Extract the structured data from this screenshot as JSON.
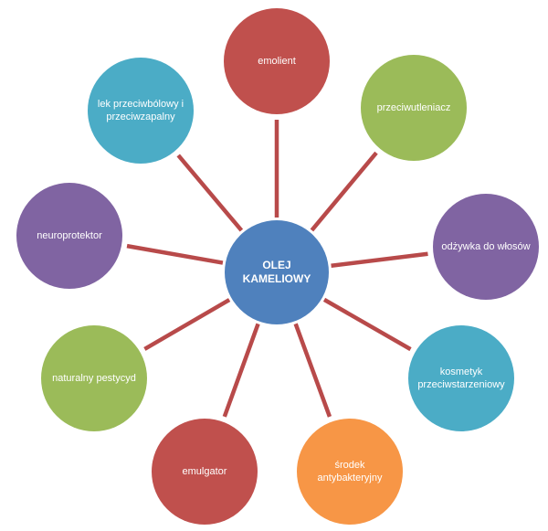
{
  "center": {
    "label": "OLEJ KAMELIOWY",
    "color": "#4f81bd"
  },
  "line_color": "#b84a4a",
  "nodes": [
    {
      "label": "emolient",
      "color": "#c0504d"
    },
    {
      "label": "przeciwutleniacz",
      "color": "#9bbb59"
    },
    {
      "label": "odżywka do włosów",
      "color": "#8064a2"
    },
    {
      "label": "kosmetyk przeciwstarzeniowy",
      "color": "#4bacc6"
    },
    {
      "label": "środek antybakteryjny",
      "color": "#f79646"
    },
    {
      "label": "emulgator",
      "color": "#c0504d"
    },
    {
      "label": "naturalny pestycyd",
      "color": "#9bbb59"
    },
    {
      "label": "neuroprotektor",
      "color": "#8064a2"
    },
    {
      "label": "lek przeciwbólowy i przeciwzapalny",
      "color": "#4bacc6"
    }
  ]
}
